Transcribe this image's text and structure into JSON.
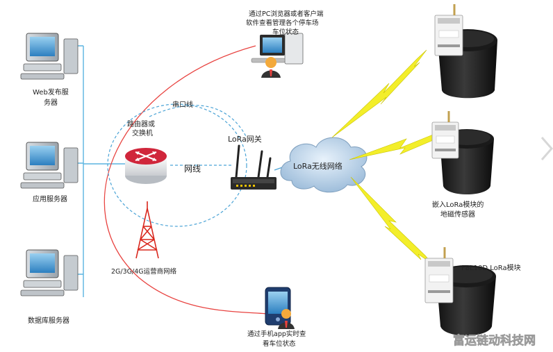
{
  "servers": {
    "web": "Web发布服",
    "web_line2": "务器",
    "app": "应用服务器",
    "db": "数据库服务器"
  },
  "router_label_line1": "路由器或",
  "router_label_line2": "交换机",
  "serial_label": "串口线",
  "network_label": "网线",
  "tower_label": "2G/3G/4G运营商网络",
  "gateway_label": "LoRa网关",
  "cloud_label": "LoRa无线网络",
  "pc_text": {
    "line1": "通过PC浏览器或者客户端",
    "line2": "软件查看管理各个停车场",
    "line3": "车位状态"
  },
  "phone_text": {
    "line1": "通过手机app实时查",
    "line2": "看车位状态"
  },
  "sensor_caption": {
    "line1": "嵌入LoRa模块的",
    "line2": "地磁传感器"
  },
  "module_label": "F8L10D LoRa模块",
  "watermark": "富运链动科技网",
  "colors": {
    "red_arc": "#e8423f",
    "blue_dashed": "#4aa3d6",
    "bolt": "#f3ee2a",
    "server_line": "#5ab4e0",
    "tower": "#d9261c",
    "watermark": "#f5f5f5"
  }
}
